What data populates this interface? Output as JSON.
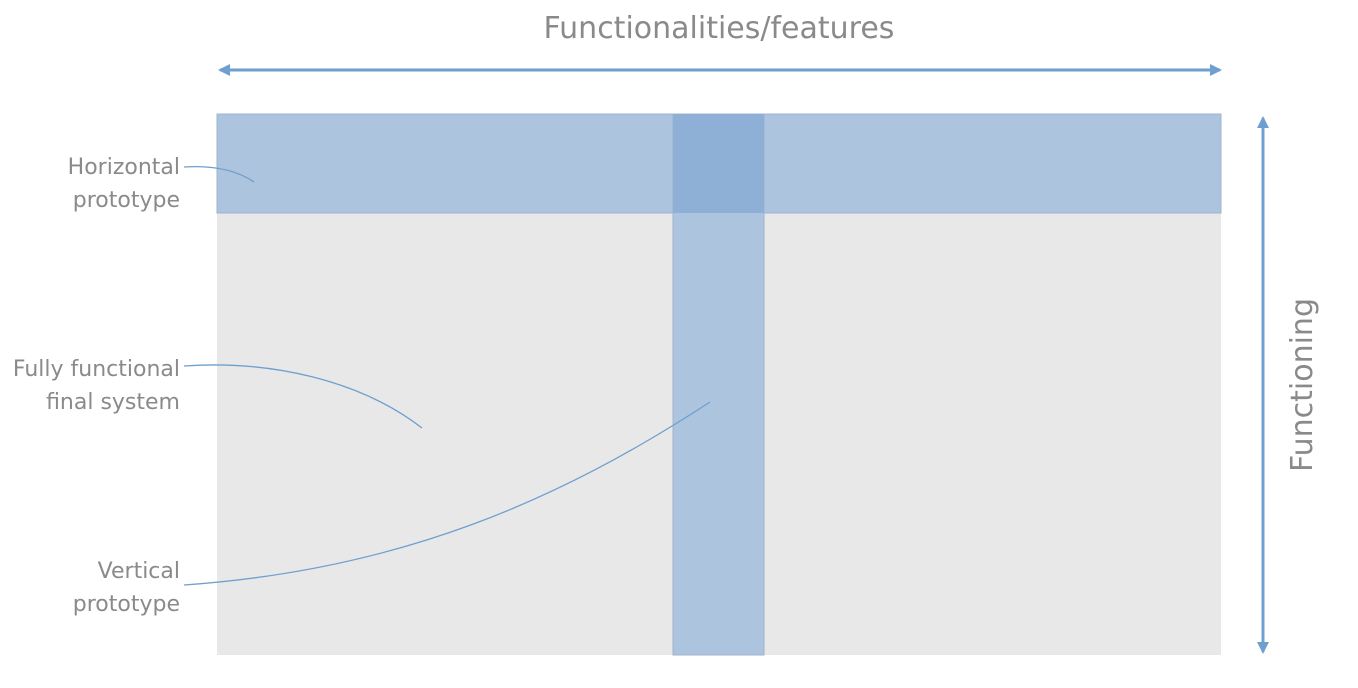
{
  "diagram": {
    "x_axis_title": "Functionalities/features",
    "y_axis_title": "Functioning",
    "labels": {
      "horizontal": [
        "Horizontal",
        "prototype"
      ],
      "fully_functional": [
        "Fully functional",
        "final system"
      ],
      "vertical": [
        "Vertical",
        "prototype"
      ]
    }
  },
  "colors": {
    "axis": "#6f9fcf",
    "system_area": "#e8e8e8",
    "prototype_band": "#adc4de",
    "overlap": "#8fb0d6",
    "leader_line": "#6f9fcf",
    "text": "#8a8a8a"
  }
}
